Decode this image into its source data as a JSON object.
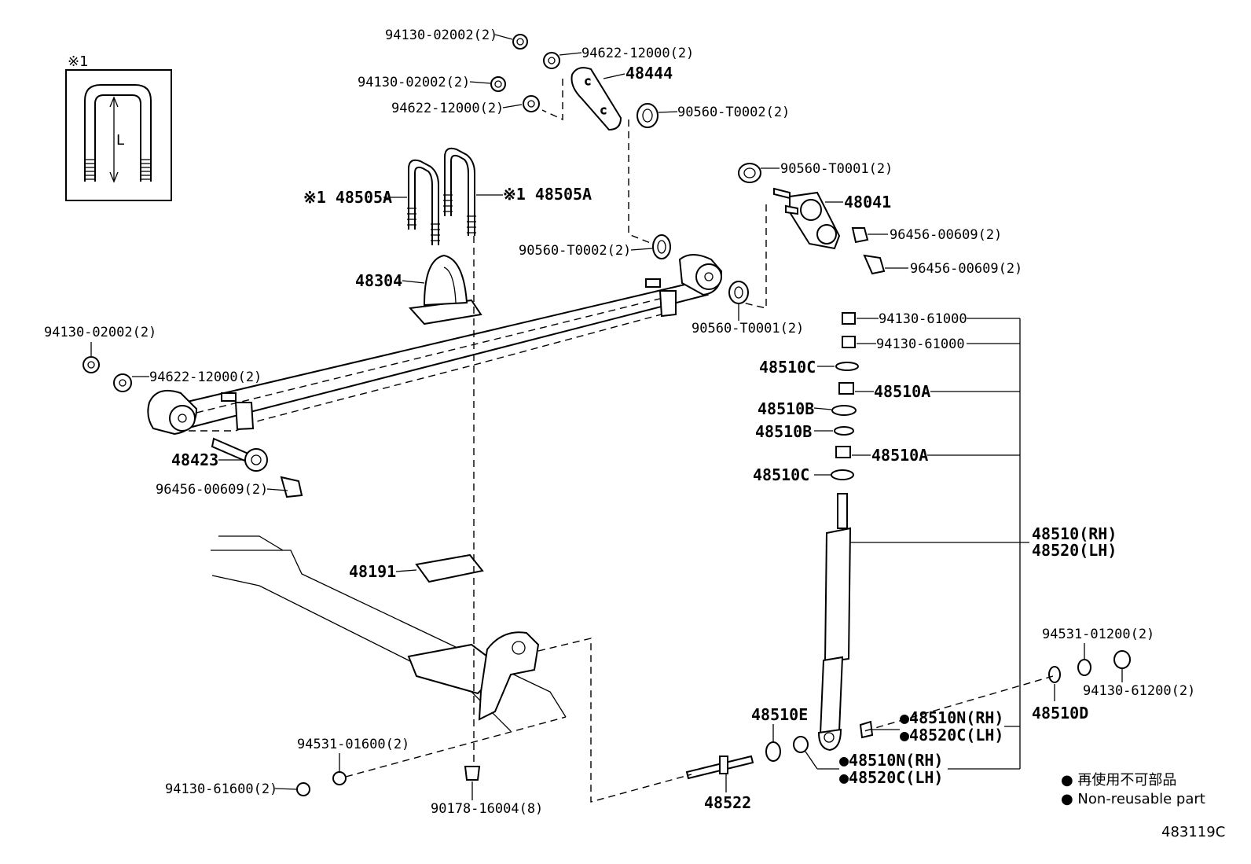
{
  "diagram": {
    "inset": {
      "marker": "※1",
      "dimension": "L"
    },
    "callouts": {
      "c_94130_02002_top": "94130-02002(2)",
      "c_94622_12000_top": "94622-12000(2)",
      "c_48444": "48444",
      "c_94130_02002_mid": "94130-02002(2)",
      "c_94622_12000_mid": "94622-12000(2)",
      "c_90560_T0002_top": "90560-T0002(2)",
      "c_90560_T0001_top": "90560-T0001(2)",
      "c_48505A_left": "※1 48505A",
      "c_48505A_right": "※1 48505A",
      "c_48041": "48041",
      "c_96456_00609_a": "96456-00609(2)",
      "c_96456_00609_b": "96456-00609(2)",
      "c_90560_T0002_mid": "90560-T0002(2)",
      "c_48304": "48304",
      "c_90560_T0001_bot": "90560-T0001(2)",
      "c_94130_61000_a": "94130-61000",
      "c_94130_61000_b": "94130-61000",
      "c_48510C_a": "48510C",
      "c_48510A_a": "48510A",
      "c_48510B_a": "48510B",
      "c_48510B_b": "48510B",
      "c_48510A_b": "48510A",
      "c_48510C_b": "48510C",
      "c_94130_02002_left": "94130-02002(2)",
      "c_94622_12000_left": "94622-12000(2)",
      "c_48423": "48423",
      "c_96456_00609_left": "96456-00609(2)",
      "c_48510_RH": "48510(RH)",
      "c_48520_LH": "48520(LH)",
      "c_48191": "48191",
      "c_94531_01200": "94531-01200(2)",
      "c_94130_61200": "94130-61200(2)",
      "c_48510D": "48510D",
      "c_48510E": "48510E",
      "c_48510N_RH_a": "●48510N(RH)",
      "c_48520C_LH_a": "●48520C(LH)",
      "c_48510N_RH_b": "●48510N(RH)",
      "c_48520C_LH_b": "●48520C(LH)",
      "c_94531_01600": "94531-01600(2)",
      "c_94130_61600": "94130-61600(2)",
      "c_90178_16004": "90178-16004(8)",
      "c_48522": "48522"
    },
    "legend": {
      "line_jp": "● 再使用不可部品",
      "line_en": "● Non-reusable part"
    },
    "figure_id": "483119C"
  }
}
